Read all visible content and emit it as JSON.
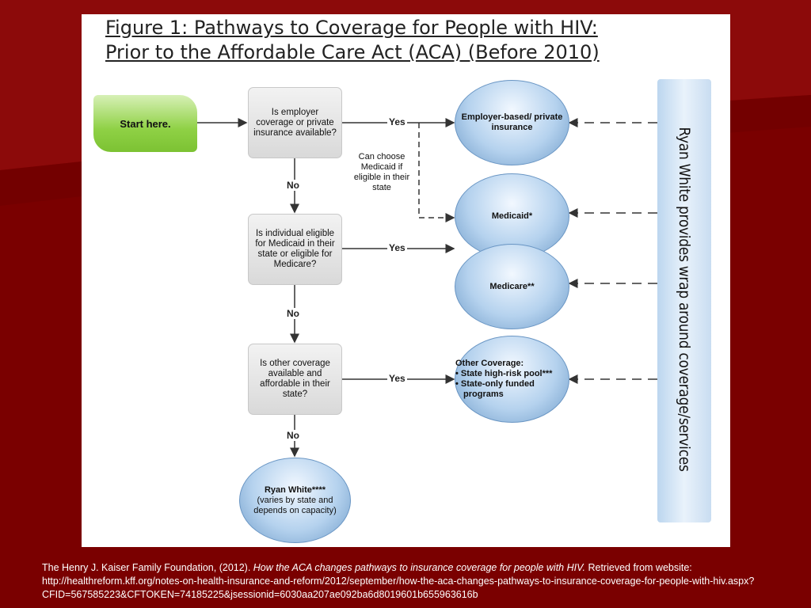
{
  "title": {
    "line1": "Figure 1: Pathways to Coverage for People with HIV:",
    "line2": "Prior to the Affordable Care Act (ACA) (Before 2010)"
  },
  "nodes": {
    "start": "Start here.",
    "q1": "Is employer coverage or private insurance available?",
    "q2": "Is individual eligible for Medicaid in their state or eligible for Medicare?",
    "q3": "Is other coverage available and affordable in their state?",
    "employer": "Employer-based/ private insurance",
    "medicaid": "Medicaid*",
    "medicare": "Medicare**",
    "other_title": "Other Coverage:",
    "other_item1": "State high-risk pool***",
    "other_item2": "State-only funded programs",
    "ryan_title": "Ryan White****",
    "ryan_sub": "(varies by state and depends on capacity)"
  },
  "labels": {
    "yes": "Yes",
    "no": "No",
    "can_choose": "Can choose Medicaid if eligible in their state"
  },
  "side_bar": "Ryan White provides wrap around coverage/services",
  "citation": {
    "part1": "The Henry J. Kaiser Family Foundation, (2012). ",
    "italic": "How the ACA changes pathways to insurance coverage for people with HIV.",
    "part2": " Retrieved from website: http://healthreform.kff.org/notes-on-health-insurance-and-reform/2012/september/how-the-aca-changes-pathways-to-insurance-coverage-for-people-with-hiv.aspx?CFID=567585223&CFTOKEN=74185225&jsessionid=6030aa207ae092ba6d8019601b655963616b"
  },
  "colors": {
    "background": "#7a0000",
    "start_green": "#8fd145",
    "ellipse_blue": "#b5d2ee",
    "bar_blue": "#c9ddf1"
  }
}
